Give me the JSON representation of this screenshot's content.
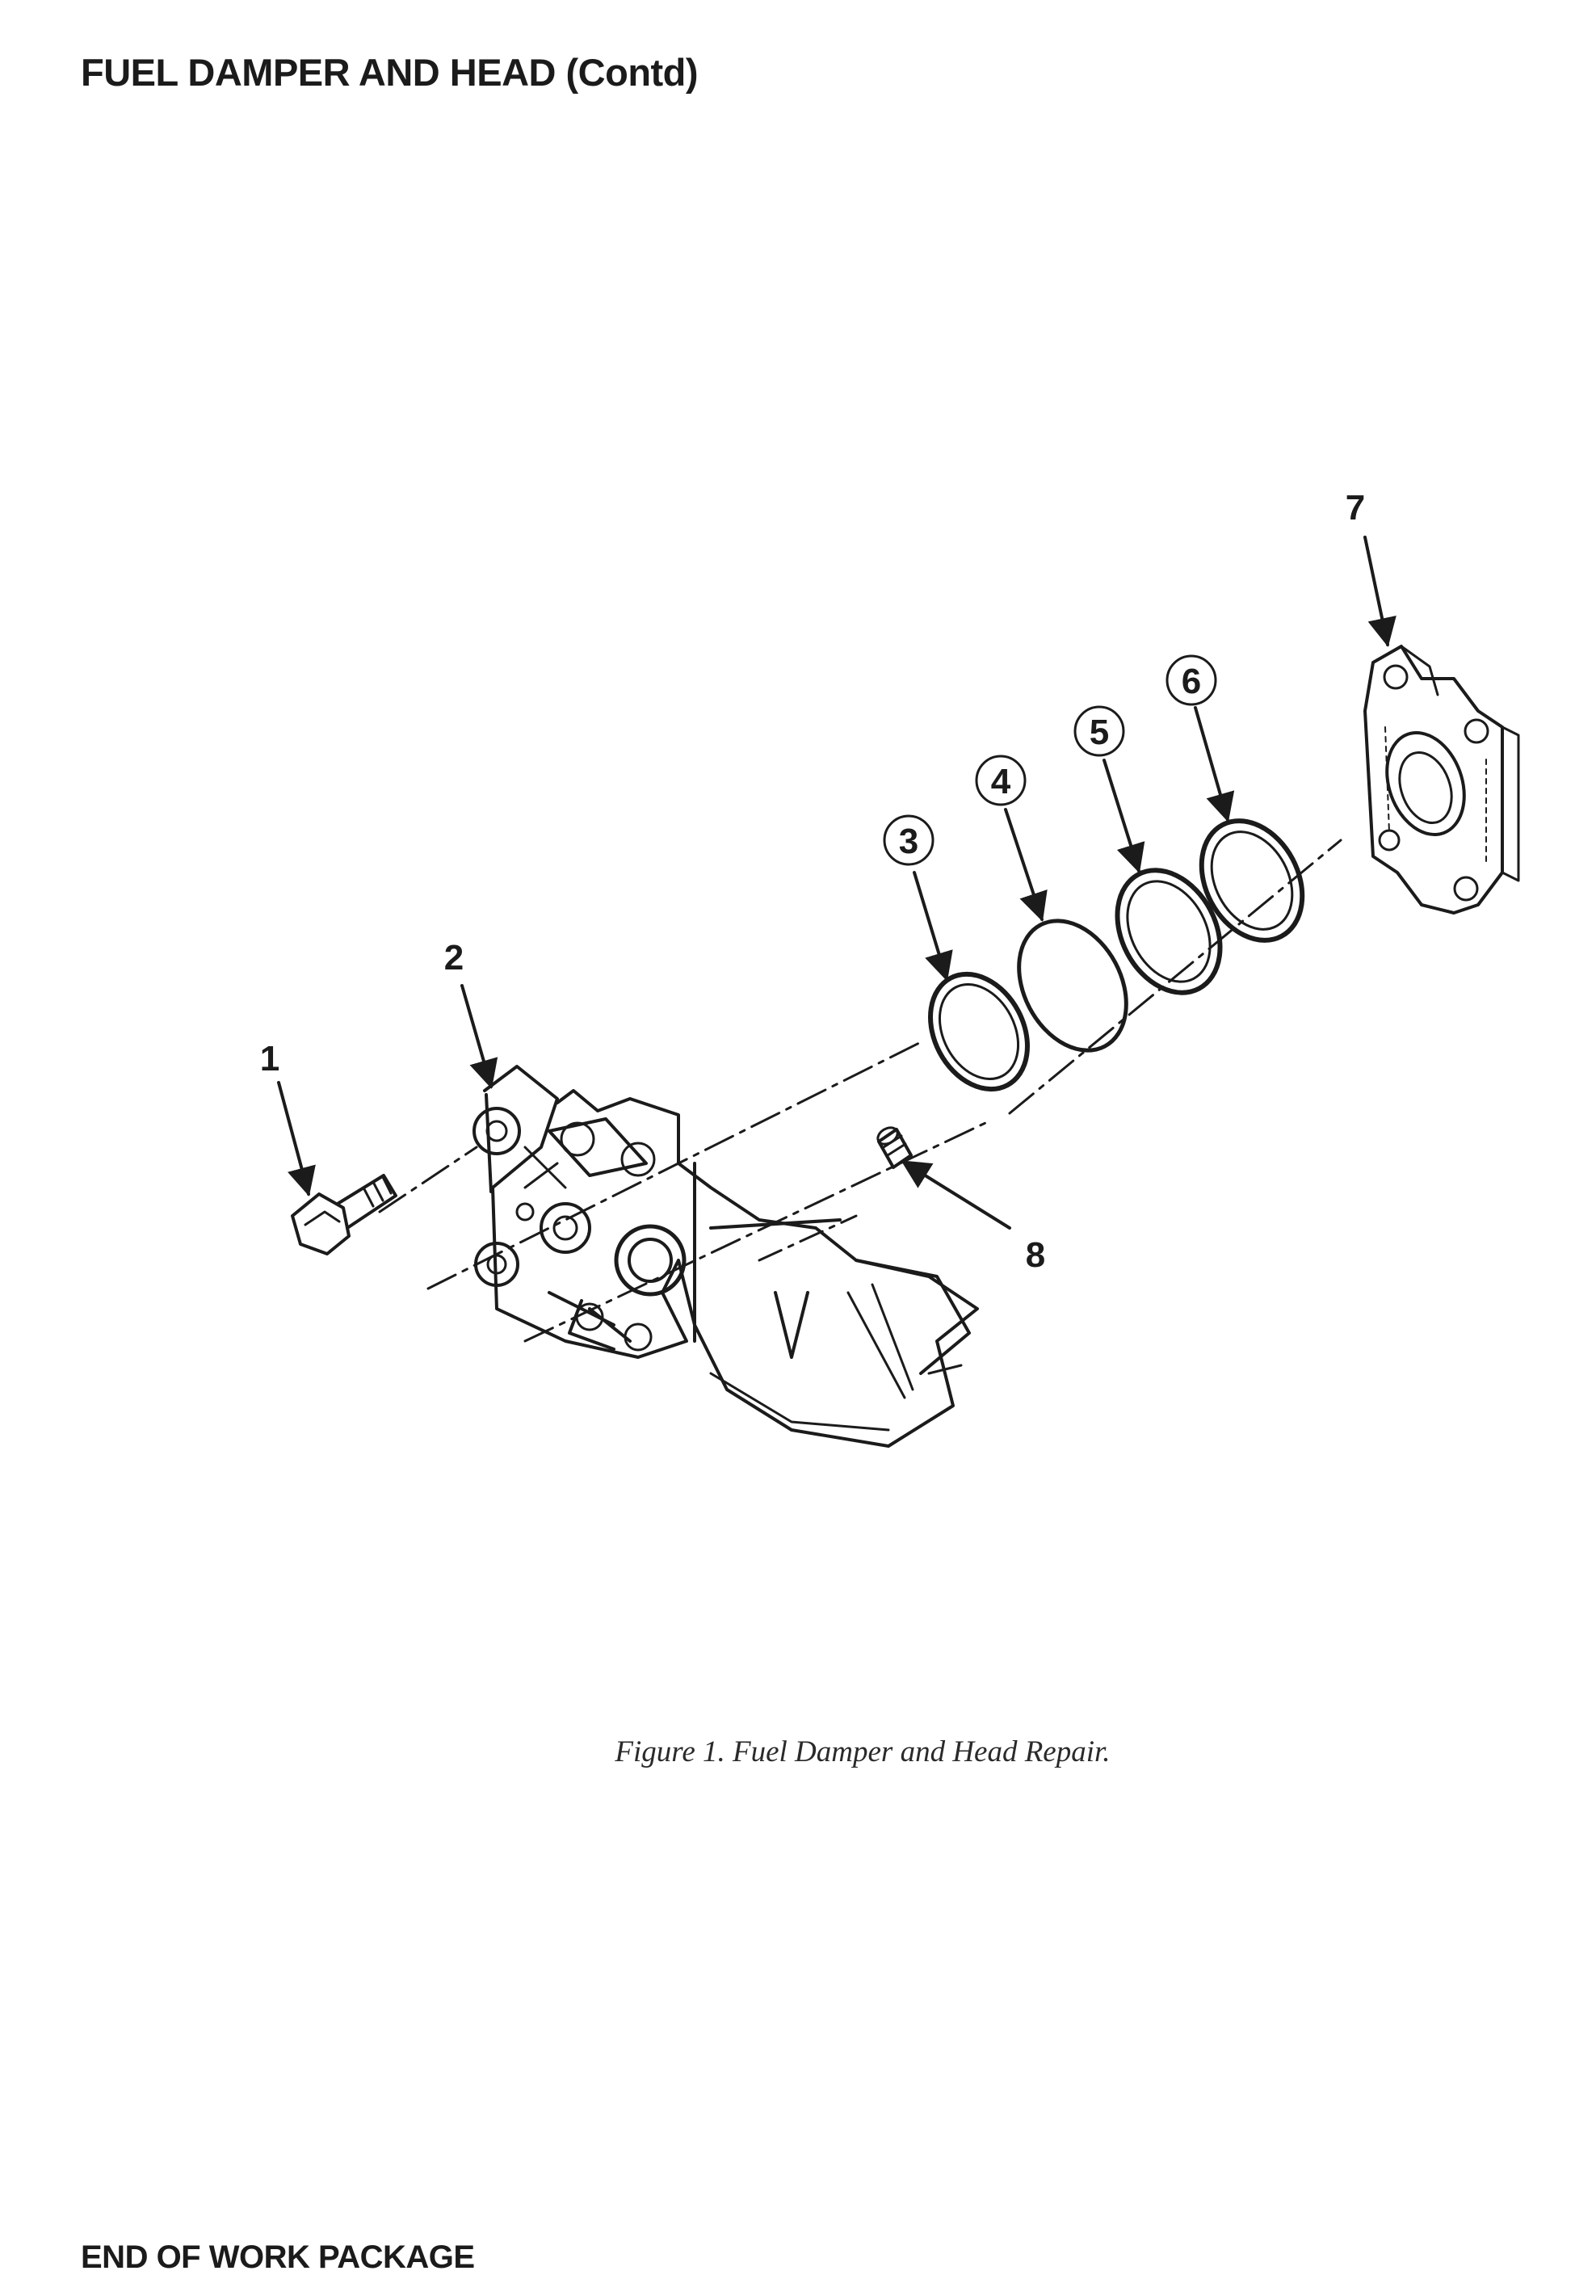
{
  "header": {
    "title": "FUEL DAMPER AND HEAD (Contd)"
  },
  "figure": {
    "caption": "Figure 1. Fuel Damper and Head Repair.",
    "callouts": [
      {
        "id": "1",
        "label": "1",
        "circled": false
      },
      {
        "id": "2",
        "label": "2",
        "circled": false
      },
      {
        "id": "3",
        "label": "3",
        "circled": true
      },
      {
        "id": "4",
        "label": "4",
        "circled": true
      },
      {
        "id": "5",
        "label": "5",
        "circled": true
      },
      {
        "id": "6",
        "label": "6",
        "circled": true
      },
      {
        "id": "7",
        "label": "7",
        "circled": false
      },
      {
        "id": "8",
        "label": "8",
        "circled": false
      }
    ]
  },
  "footer": {
    "text": "END OF WORK PACKAGE"
  },
  "colors": {
    "ink": "#1b1b1b",
    "paper": "#ffffff"
  }
}
